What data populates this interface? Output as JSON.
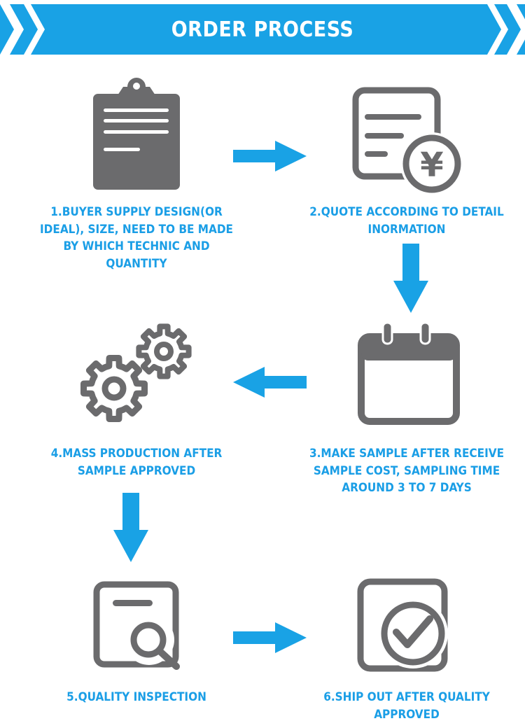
{
  "header": {
    "title": "ORDER PROCESS",
    "accent_color": "#19a2e5"
  },
  "colors": {
    "icon": "#6b6b6d",
    "arrow": "#19a2e5",
    "text": "#1a9ee6"
  },
  "steps": [
    {
      "icon": "clipboard-icon",
      "lines": [
        "1.BUYER SUPPLY DESIGN(OR",
        "IDEAL), SIZE, NEED TO BE MADE",
        "BY WHICH TECHNIC AND",
        "QUANTITY"
      ]
    },
    {
      "icon": "quote-yen-document-icon",
      "lines": [
        "2.QUOTE ACCORDING TO DETAIL",
        "INORMATION"
      ]
    },
    {
      "icon": "calendar-icon",
      "lines": [
        "3.MAKE SAMPLE AFTER RECEIVE",
        "SAMPLE COST, SAMPLING TIME",
        "AROUND 3 TO 7 DAYS"
      ]
    },
    {
      "icon": "gears-icon",
      "lines": [
        "4.MASS PRODUCTION AFTER",
        "SAMPLE APPROVED"
      ]
    },
    {
      "icon": "inspection-magnifier-icon",
      "lines": [
        "5.QUALITY INSPECTION"
      ]
    },
    {
      "icon": "checkmark-approved-icon",
      "lines": [
        "6.SHIP OUT AFTER QUALITY",
        "APPROVED"
      ]
    }
  ],
  "currency_symbol": "¥"
}
